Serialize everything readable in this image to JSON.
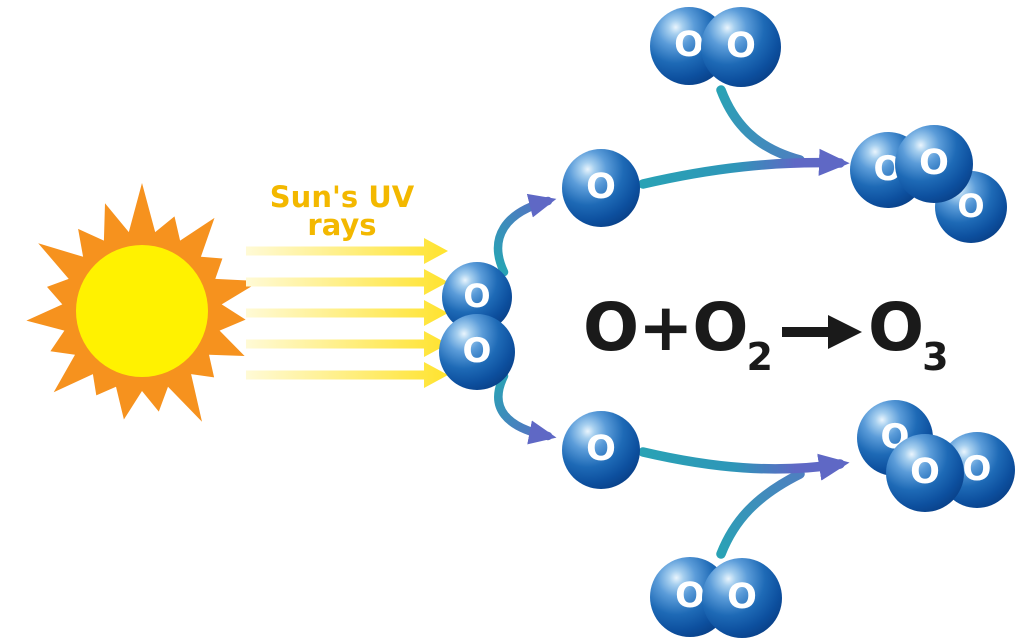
{
  "uv_label": {
    "line1": "Sun's UV",
    "line2": "rays"
  },
  "equation": {
    "term1": "O",
    "plus": "+",
    "term2": "O",
    "term2_sub": "2",
    "term3": "O",
    "term3_sub": "3"
  },
  "atom_label": "O",
  "icons": {
    "sun": "starburst-sun",
    "uv_rays": "five-right-yellow-arrows",
    "split_arrows": "curved-teal-to-purple-arrows",
    "equation_arrow": "solid-black-right-arrow"
  },
  "colors": {
    "background": "#FFFFFF",
    "sun_rays": "#F6921E",
    "sun_core": "#FFF200",
    "uv_text": "#F3B800",
    "uv_arrow_yellow": "#FFE32E",
    "molecule_blue": "#0D509F",
    "split_arrow_teal": "#29A2B5",
    "combine_arrow_purple": "#5F68C5",
    "equation_black": "#1A1A1A"
  }
}
